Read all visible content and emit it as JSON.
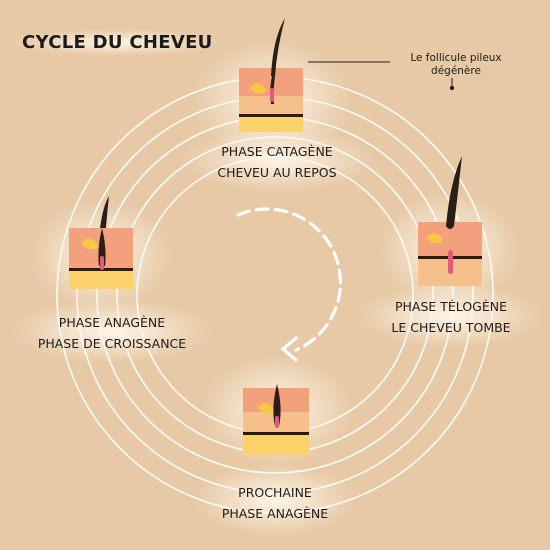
{
  "title": "CYCLE DU CHEVEU",
  "phases": {
    "catagene": {
      "line1": "PHASE CATAGÈNE",
      "line2": "CHEVEU AU REPOS"
    },
    "telogene": {
      "line1": "PHASE TÉLOGÈNE",
      "line2": "LE CHEVEU TOMBE"
    },
    "anagene_next": {
      "line1": "PROCHAINE",
      "line2": "PHASE ANAGÈNE"
    },
    "anagene": {
      "line1": "PHASE ANAGÈNE",
      "line2": "PHASE DE CROISSANCE"
    }
  },
  "annotation": {
    "line1": "Le follicule pileux",
    "line2": "dégénère"
  },
  "colors": {
    "background": "#e7c9a6",
    "ring": "#ffffff",
    "skin_top": "#f3a07d",
    "skin_mid": "#f6c08d",
    "fat": "#fbd26a",
    "dermis_line": "#2a1c14",
    "hair": "#2a1e19",
    "bulb": "#e05a7a",
    "gland": "#f7c843"
  }
}
